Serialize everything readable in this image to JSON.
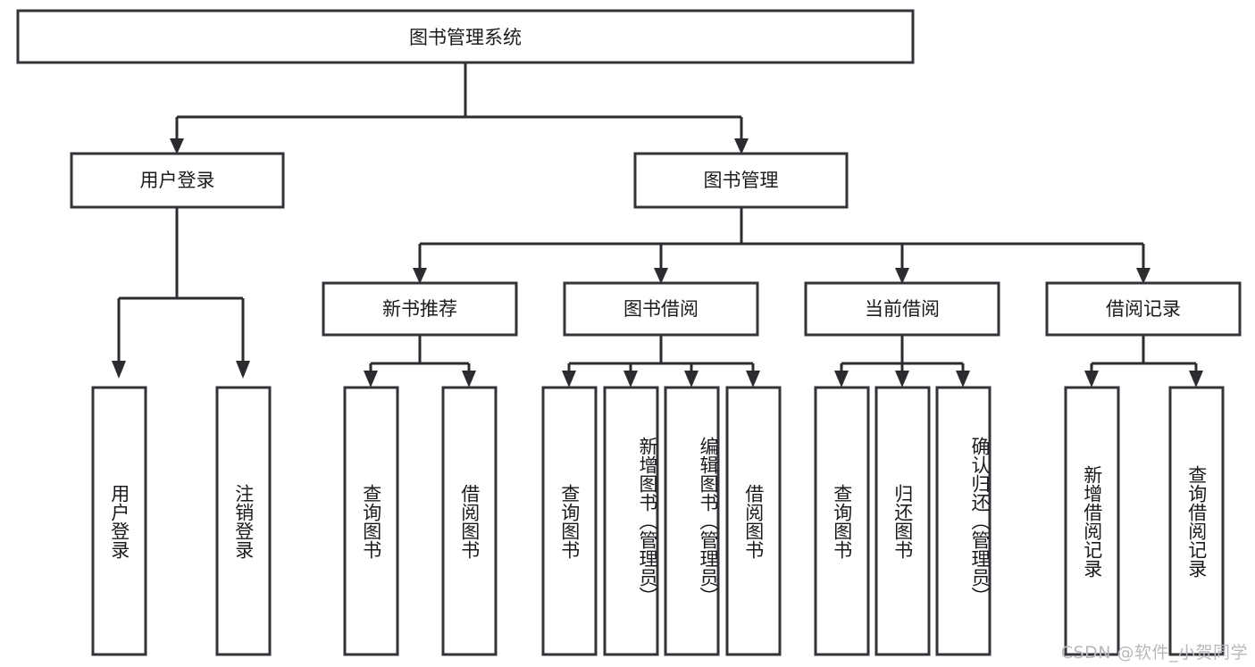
{
  "diagram": {
    "type": "tree-hierarchy",
    "title": "图书管理系统",
    "orientation": "top-down",
    "colors": {
      "box_fill": "#ffffff",
      "box_stroke": "#33333a",
      "connector": "#2b2b30",
      "text": "#1b1b1f",
      "watermark": "#b9b9bd",
      "background": "#ffffff"
    },
    "root": {
      "label": "图书管理系统"
    },
    "level2": [
      {
        "label": "用户登录"
      },
      {
        "label": "图书管理"
      }
    ],
    "level3": [
      {
        "label": "新书推荐",
        "parent": "图书管理"
      },
      {
        "label": "图书借阅",
        "parent": "图书管理"
      },
      {
        "label": "当前借阅",
        "parent": "图书管理"
      },
      {
        "label": "借阅记录",
        "parent": "图书管理"
      }
    ],
    "leaves": {
      "用户登录": [
        {
          "label": "用户登录"
        },
        {
          "label": "注销登录"
        }
      ],
      "新书推荐": [
        {
          "label": "查询图书"
        },
        {
          "label": "借阅图书"
        }
      ],
      "图书借阅": [
        {
          "label": "查询图书"
        },
        {
          "label": "新增图书（管理员）"
        },
        {
          "label": "编辑图书（管理员）"
        },
        {
          "label": "借阅图书"
        }
      ],
      "当前借阅": [
        {
          "label": "查询图书"
        },
        {
          "label": "归还图书"
        },
        {
          "label": "确认归还（管理员）"
        }
      ],
      "借阅记录": [
        {
          "label": "新增借阅记录"
        },
        {
          "label": "查询借阅记录"
        }
      ]
    }
  },
  "watermark": {
    "text": "CSDN @软件_小贺同学"
  }
}
